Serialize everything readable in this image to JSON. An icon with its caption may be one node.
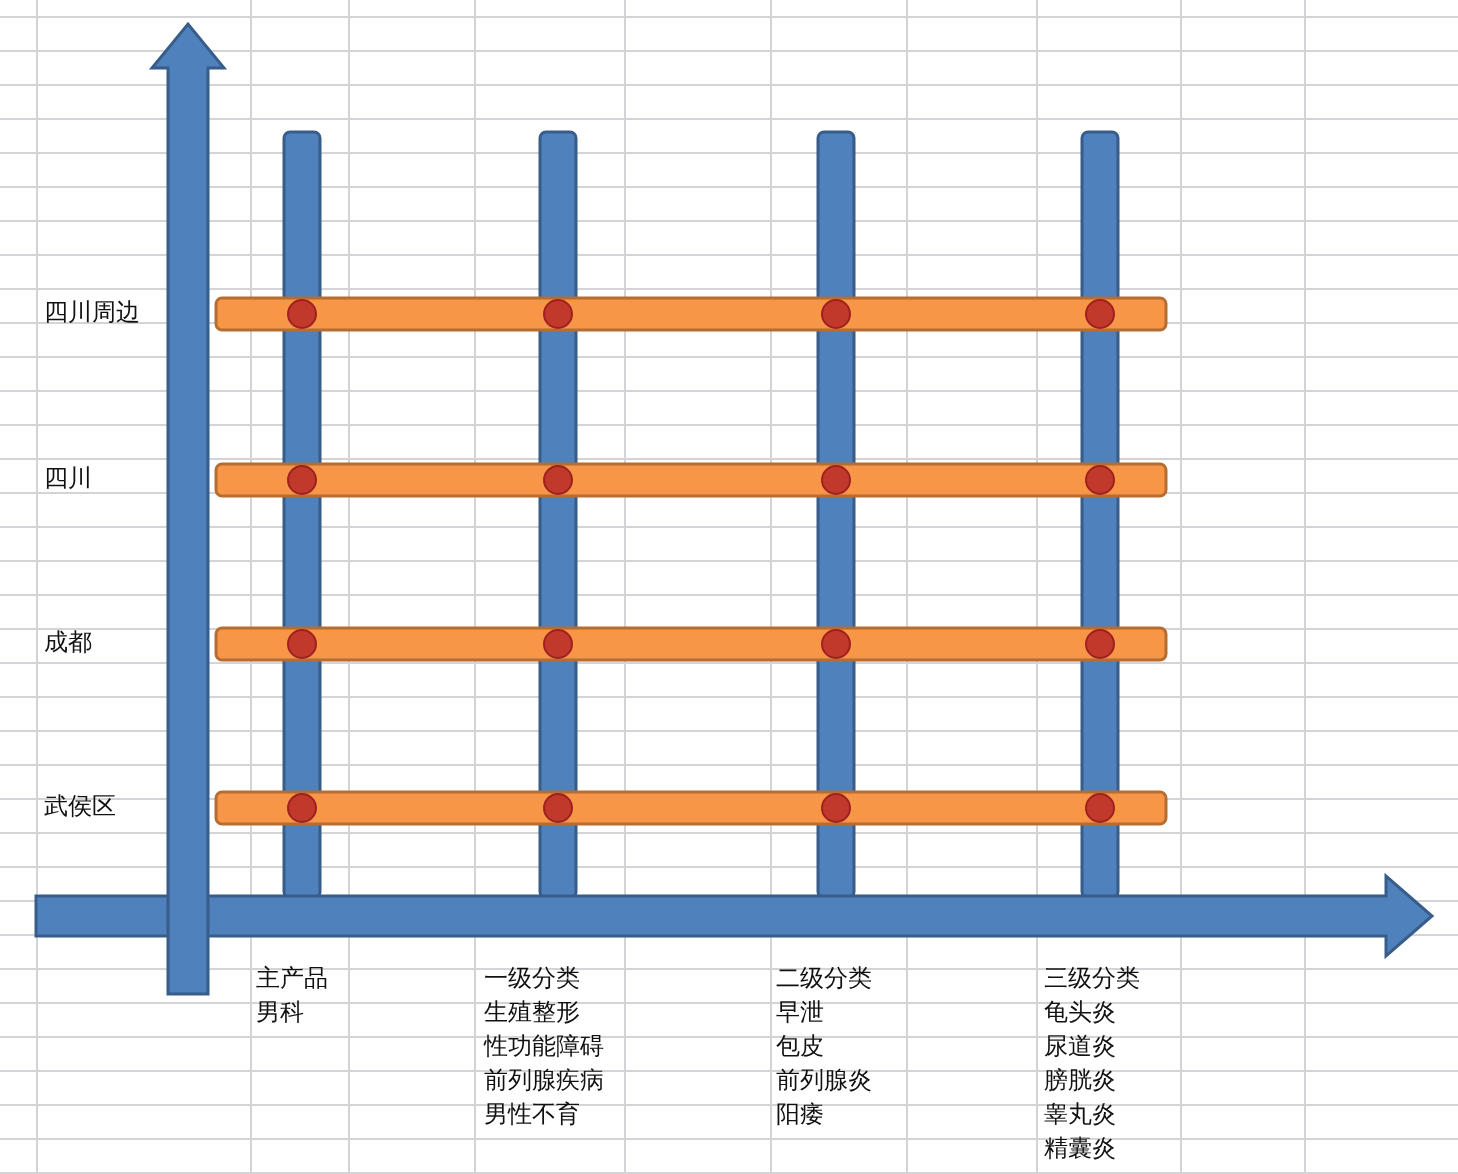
{
  "diagram": {
    "labels": [
      "四川周边",
      "四川",
      "成都",
      "武侯区",
      "主产品",
      "一级分类",
      "二级分类",
      "三级分类",
      "男科",
      "生殖整形",
      "早泄",
      "龟头炎",
      "性功能障碍",
      "包皮",
      "尿道炎",
      "前列腺疾病",
      "前列腺炎",
      "膀胱炎",
      "男性不育",
      "阳痿",
      "睾丸炎",
      "精囊炎"
    ]
  }
}
